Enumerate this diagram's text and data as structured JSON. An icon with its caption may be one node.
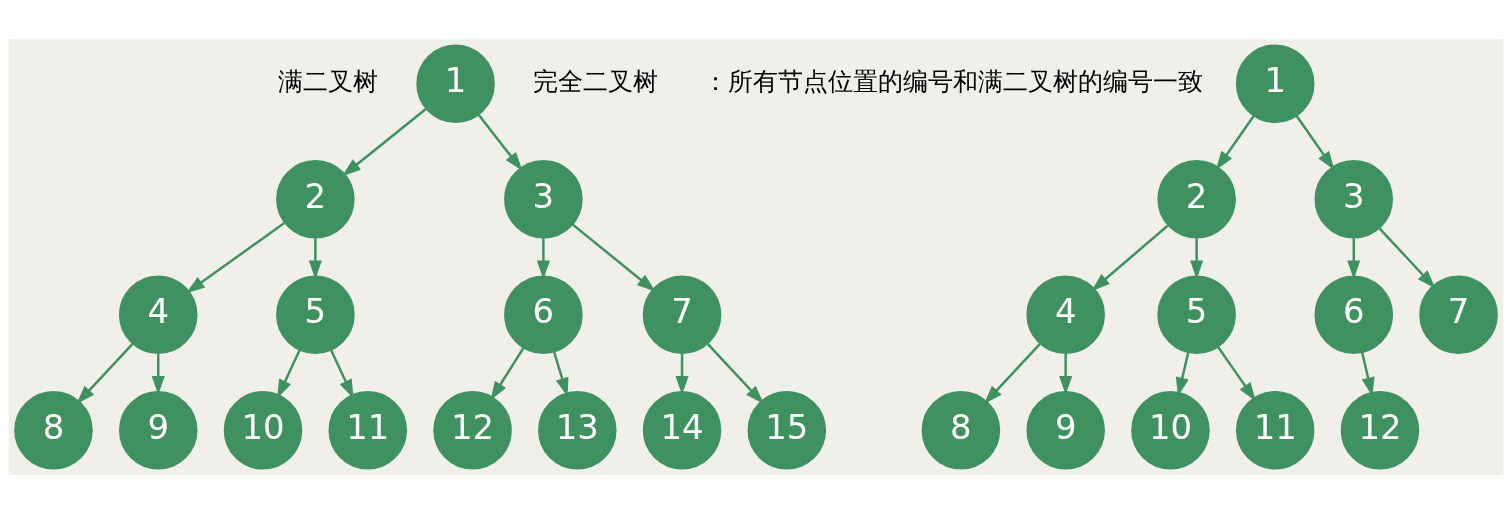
{
  "diagram": {
    "nodes": [
      {
        "text": [
          "1"
        ]
      },
      {
        "text": [
          "2"
        ]
      },
      {
        "text": [
          "3"
        ]
      },
      {
        "text": [
          "4"
        ]
      },
      {
        "text": [
          "5"
        ]
      },
      {
        "text": [
          "6"
        ]
      },
      {
        "text": [
          "7"
        ]
      },
      {
        "text": [
          "8"
        ]
      },
      {
        "text": [
          "9"
        ]
      },
      {
        "text": [
          "10"
        ]
      },
      {
        "text": [
          "11"
        ]
      },
      {
        "text": [
          "12"
        ]
      },
      {
        "text": [
          "13"
        ]
      },
      {
        "text": [
          "14"
        ]
      },
      {
        "text": [
          "15"
        ]
      },
      {
        "text": [
          "1"
        ]
      },
      {
        "text": [
          "2"
        ]
      },
      {
        "text": [
          "3"
        ]
      },
      {
        "text": [
          "4"
        ]
      },
      {
        "text": [
          "5"
        ]
      },
      {
        "text": [
          "6"
        ]
      },
      {
        "text": [
          "7"
        ]
      },
      {
        "text": [
          "8"
        ]
      },
      {
        "text": [
          "9"
        ]
      },
      {
        "text": [
          "10"
        ]
      },
      {
        "text": [
          "11"
        ]
      },
      {
        "text": [
          "12"
        ]
      }
    ],
    "edges": [
      {
        "from": 0,
        "to": 1,
        "arrow": "to"
      },
      {
        "from": 0,
        "to": 2,
        "arrow": "to"
      },
      {
        "from": 1,
        "to": 3,
        "arrow": "to"
      },
      {
        "from": 1,
        "to": 4,
        "arrow": "to"
      },
      {
        "from": 2,
        "to": 5,
        "arrow": "to"
      },
      {
        "from": 2,
        "to": 6,
        "arrow": "to"
      },
      {
        "from": 3,
        "to": 7,
        "arrow": "to"
      },
      {
        "from": 3,
        "to": 8,
        "arrow": "to"
      },
      {
        "from": 4,
        "to": 9,
        "arrow": "to"
      },
      {
        "from": 4,
        "to": 10,
        "arrow": "to"
      },
      {
        "from": 5,
        "to": 11,
        "arrow": "to"
      },
      {
        "from": 5,
        "to": 12,
        "arrow": "to"
      },
      {
        "from": 6,
        "to": 13,
        "arrow": "to"
      },
      {
        "from": 6,
        "to": 14,
        "arrow": "to"
      },
      {
        "from": 15,
        "to": 16,
        "arrow": "to"
      },
      {
        "from": 15,
        "to": 17,
        "arrow": "to"
      },
      {
        "from": 16,
        "to": 18,
        "arrow": "to"
      },
      {
        "from": 16,
        "to": 19,
        "arrow": "to"
      },
      {
        "from": 17,
        "to": 20,
        "arrow": "to"
      },
      {
        "from": 17,
        "to": 21,
        "arrow": "to"
      },
      {
        "from": 18,
        "to": 22,
        "arrow": "to"
      },
      {
        "from": 18,
        "to": 23,
        "arrow": "to"
      },
      {
        "from": 19,
        "to": 24,
        "arrow": "to"
      },
      {
        "from": 19,
        "to": 25,
        "arrow": "to"
      },
      {
        "from": 20,
        "to": 26,
        "arrow": "to"
      }
    ],
    "labels": [
      "满二叉树",
      "完全二叉树",
      "：所有节点位置的编号和满二叉树的编号一致"
    ]
  }
}
